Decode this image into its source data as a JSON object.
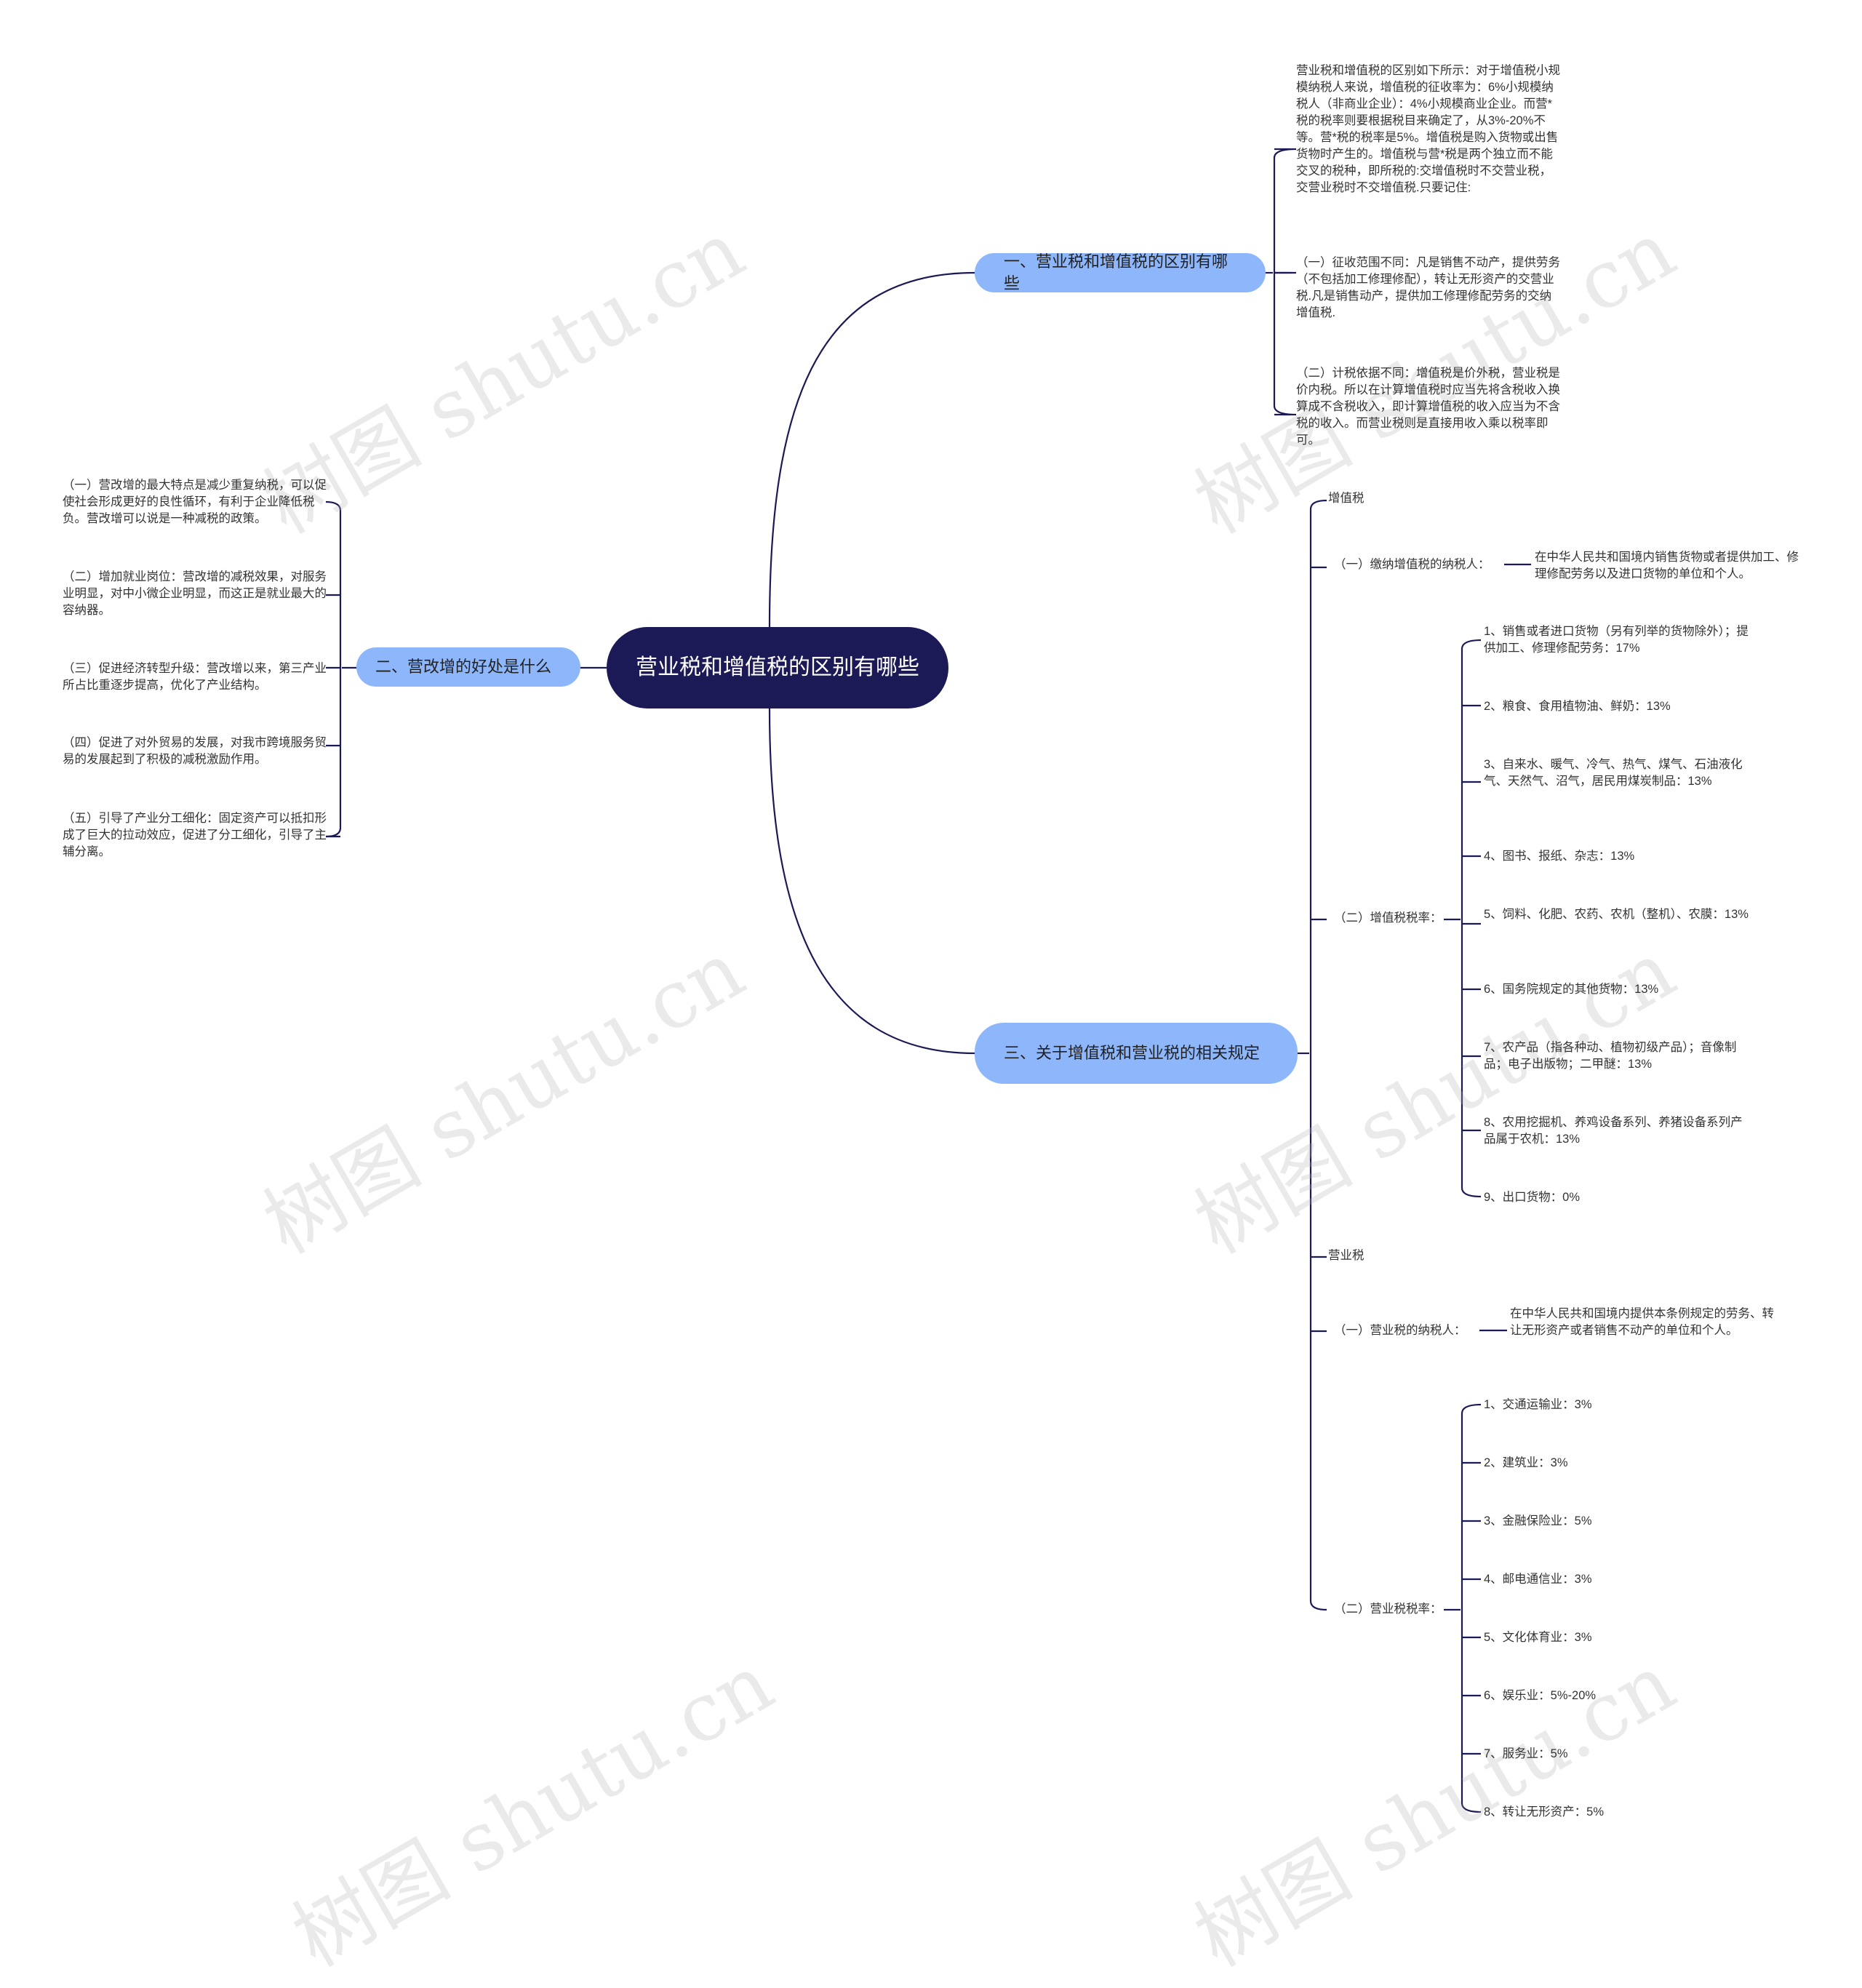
{
  "root": {
    "title": "营业税和增值税的区别有哪些"
  },
  "branch1": {
    "title": "一、营业税和增值税的区别有哪些",
    "items": [
      "营业税和增值税的区别如下所示：对于增值税小规模纳税人来说，增值税的征收率为：6%小规模纳税人（非商业企业）：4%小规模商业企业。而营*税的税率则要根据税目来确定了，从3%-20%不等。营*税的税率是5%。增值税是购入货物或出售货物时产生的。增值税与营*税是两个独立而不能交叉的税种，即所税的:交增值税时不交营业税，交营业税时不交增值税.只要记住:",
      "（一）征收范围不同：凡是销售不动产，提供劳务（不包括加工修理修配），转让无形资产的交营业税.凡是销售动产，提供加工修理修配劳务的交纳增值税.",
      "（二）计税依据不同：增值税是价外税，营业税是价内税。所以在计算增值税时应当先将含税收入换算成不含税收入，即计算增值税的收入应当为不含税的收入。而营业税则是直接用收入乘以税率即可。"
    ]
  },
  "branch2": {
    "title": "二、营改增的好处是什么",
    "items": [
      "（一）营改增的最大特点是减少重复纳税，可以促使社会形成更好的良性循环，有利于企业降低税负。营改增可以说是一种减税的政策。",
      "（二）增加就业岗位：营改增的减税效果，对服务业明显，对中小微企业明显，而这正是就业最大的容纳器。",
      "（三）促进经济转型升级：营改增以来，第三产业所占比重逐步提高，优化了产业结构。",
      "（四）促进了对外贸易的发展，对我市跨境服务贸易的发展起到了积极的减税激励作用。",
      "（五）引导了产业分工细化：固定资产可以抵扣形成了巨大的拉动效应，促进了分工细化，引导了主辅分离。"
    ]
  },
  "branch3": {
    "title": "三、关于增值税和营业税的相关规定",
    "vat": {
      "label": "增值税",
      "payer_label": "（一）缴纳增值税的纳税人：",
      "payer_text": "在中华人民共和国境内销售货物或者提供加工、修理修配劳务以及进口货物的单位和个人。",
      "rate_label": "（二）增值税税率：",
      "rates": [
        "1、销售或者进口货物（另有列举的货物除外）；提供加工、修理修配劳务：17%",
        "2、粮食、食用植物油、鲜奶：13%",
        "3、自来水、暖气、冷气、热气、煤气、石油液化气、天然气、沼气，居民用煤炭制品：13%",
        "4、图书、报纸、杂志：13%",
        "5、饲料、化肥、农药、农机（整机）、农膜：13%",
        "6、国务院规定的其他货物：13%",
        "7、农产品（指各种动、植物初级产品）；音像制品；电子出版物；二甲醚：13%",
        "8、农用挖掘机、养鸡设备系列、养猪设备系列产品属于农机：13%",
        "9、出口货物：0%"
      ]
    },
    "biz": {
      "label": "营业税",
      "payer_label": "（一）营业税的纳税人：",
      "payer_text": "在中华人民共和国境内提供本条例规定的劳务、转让无形资产或者销售不动产的单位和个人。",
      "rate_label": "（二）营业税税率：",
      "rates": [
        "1、交通运输业：3%",
        "2、建筑业：3%",
        "3、金融保险业：5%",
        "4、邮电通信业：3%",
        "5、文化体育业：3%",
        "6、娱乐业：5%-20%",
        "7、服务业：5%",
        "8、转让无形资产：5%"
      ]
    }
  },
  "watermark": "树图 shutu.cn",
  "colors": {
    "root": "#1b1a56",
    "branch": "#8db6fb",
    "line": "#1b1a56"
  }
}
